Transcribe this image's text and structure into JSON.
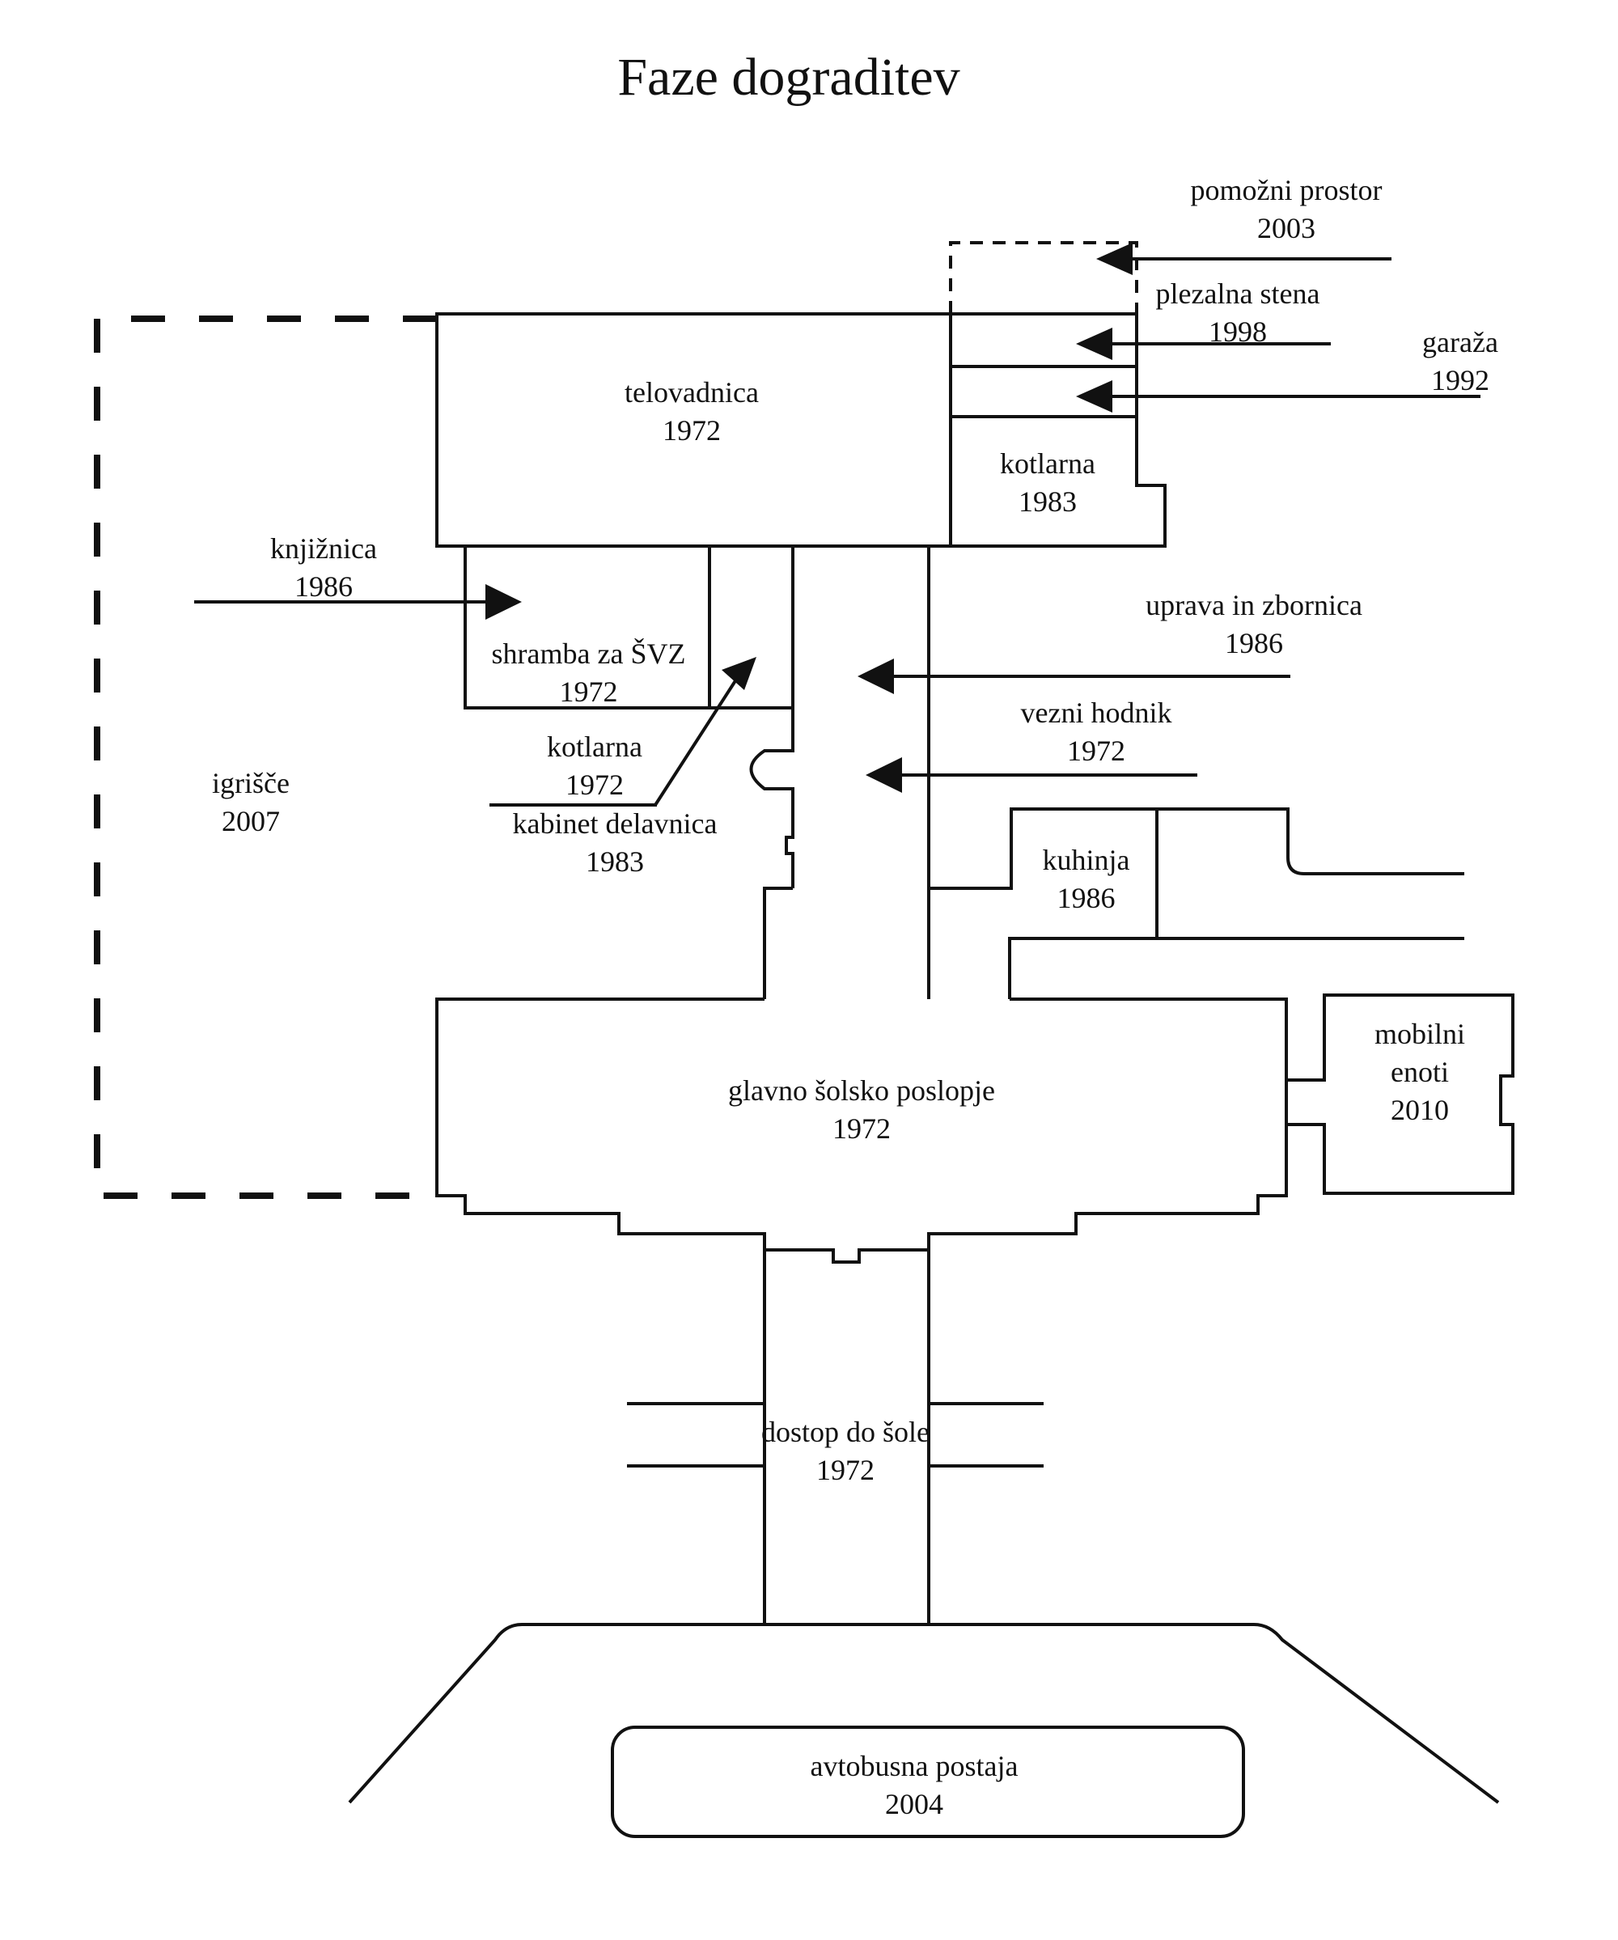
{
  "title": "Faze dograditev",
  "labels": {
    "pomozni_prostor": {
      "name": "pomožni prostor",
      "year": "2003"
    },
    "plezalna_stena": {
      "name": "plezalna stena",
      "year": "1998"
    },
    "garaza": {
      "name": "garaža",
      "year": "1992"
    },
    "telovadnica": {
      "name": "telovadnica",
      "year": "1972"
    },
    "kotlarna_1983": {
      "name": "kotlarna",
      "year": "1983"
    },
    "knjiznica": {
      "name": "knjižnica",
      "year": "1986"
    },
    "shramba": {
      "name": "shramba za ŠVZ",
      "year": "1972"
    },
    "uprava": {
      "name": "uprava in zbornica",
      "year": "1986"
    },
    "vezni_hodnik": {
      "name": "vezni hodnik",
      "year": "1972"
    },
    "kotlarna_1972": {
      "name": "kotlarna",
      "year": "1972"
    },
    "kabinet": {
      "name": "kabinet delavnica",
      "year": "1983"
    },
    "igrisce": {
      "name": "igrišče",
      "year": "2007"
    },
    "kuhinja": {
      "name": "kuhinja",
      "year": "1986"
    },
    "glavno": {
      "name": "glavno šolsko poslopje",
      "year": "1972"
    },
    "mobilni": {
      "name": "mobilni",
      "name2": "enoti",
      "year": "2010"
    },
    "dostop": {
      "name": "dostop do šole",
      "year": "1972"
    },
    "avtobusna": {
      "name": "avtobusna postaja",
      "year": "2004"
    }
  }
}
